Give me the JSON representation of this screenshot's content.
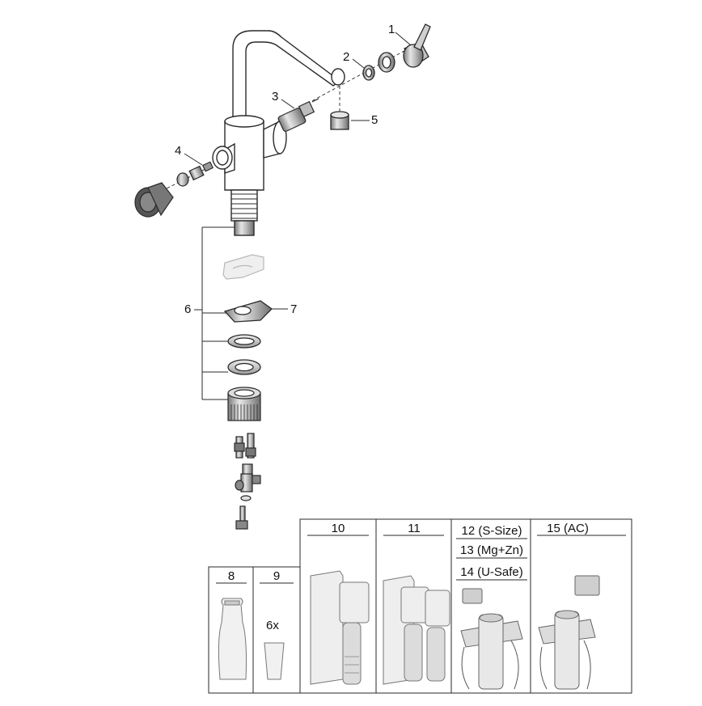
{
  "callouts": {
    "c1": "1",
    "c2": "2",
    "c3": "3",
    "c4": "4",
    "c5": "5",
    "c6": "6",
    "c7": "7"
  },
  "accessory_table": {
    "col8": "8",
    "col9": "9",
    "col9_qty": "6x",
    "col10": "10",
    "col11": "11",
    "col12": "12 (S-Size)",
    "col13": "13 (Mg+Zn)",
    "col14": "14 (U-Safe)",
    "col15": "15 (AC)"
  },
  "colors": {
    "line": "#2a2a2a",
    "part_gray": "#8a8a8a",
    "light_gray": "#d0d0d0",
    "faded": "#c8c8c8"
  }
}
